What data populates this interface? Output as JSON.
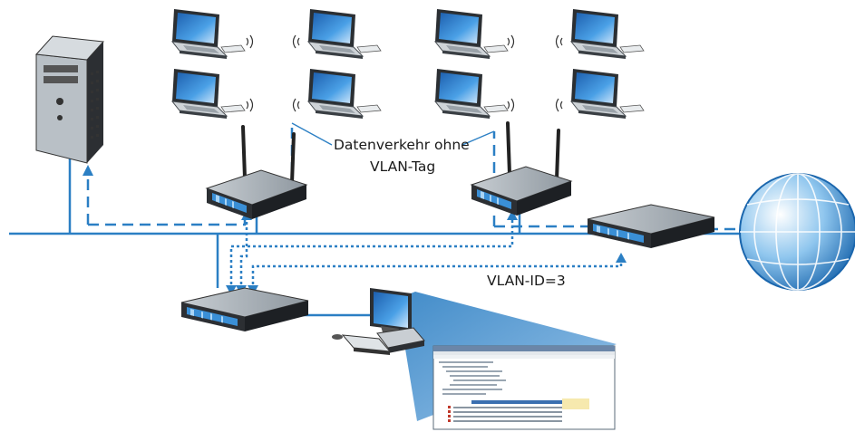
{
  "labels": {
    "traffic_line1": "Datenverkehr ohne",
    "traffic_line2": "VLAN-Tag",
    "vlan_id": "VLAN-ID=3"
  },
  "colors": {
    "network": "#2b7fc4",
    "device_body": "#2c2f33",
    "device_top": "#9aa3ab",
    "device_stripe": "#3a8fd6"
  },
  "icons": [
    "server-icon",
    "laptop-icon",
    "access-point-icon",
    "router-icon",
    "switch-icon",
    "workstation-icon",
    "internet-globe-icon",
    "management-software-screenshot"
  ]
}
